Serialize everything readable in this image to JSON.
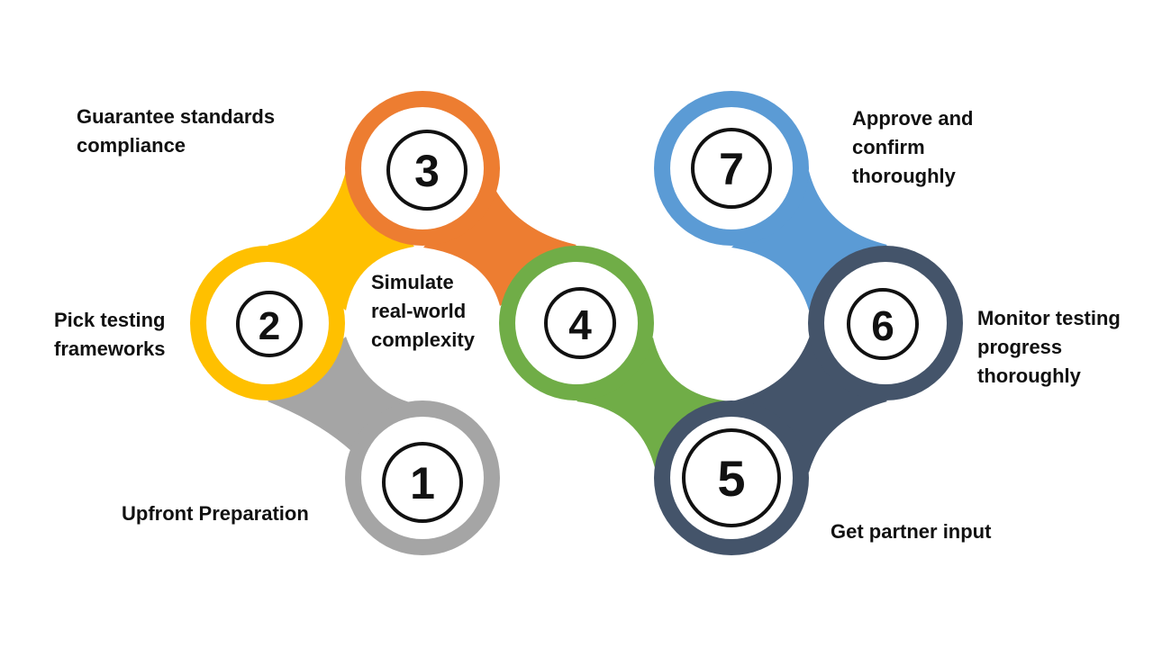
{
  "steps": [
    {
      "number": "1",
      "label_lines": [
        "Upfront Preparation"
      ],
      "color": "#A5A5A5"
    },
    {
      "number": "2",
      "label_lines": [
        "Pick testing",
        "frameworks"
      ],
      "color": "#FFC000"
    },
    {
      "number": "3",
      "label_lines": [
        "Guarantee standards",
        "compliance"
      ],
      "color": "#ED7D31"
    },
    {
      "number": "4",
      "label_lines": [
        "Simulate",
        "real-world",
        "complexity"
      ],
      "color": "#70AD47"
    },
    {
      "number": "5",
      "label_lines": [
        "Get partner input"
      ],
      "color": "#44546A"
    },
    {
      "number": "6",
      "label_lines": [
        "Monitor testing",
        "progress",
        "thoroughly"
      ],
      "color": "#44546A"
    },
    {
      "number": "7",
      "label_lines": [
        "Approve and",
        "confirm",
        "thoroughly"
      ],
      "color": "#5B9BD5"
    }
  ]
}
